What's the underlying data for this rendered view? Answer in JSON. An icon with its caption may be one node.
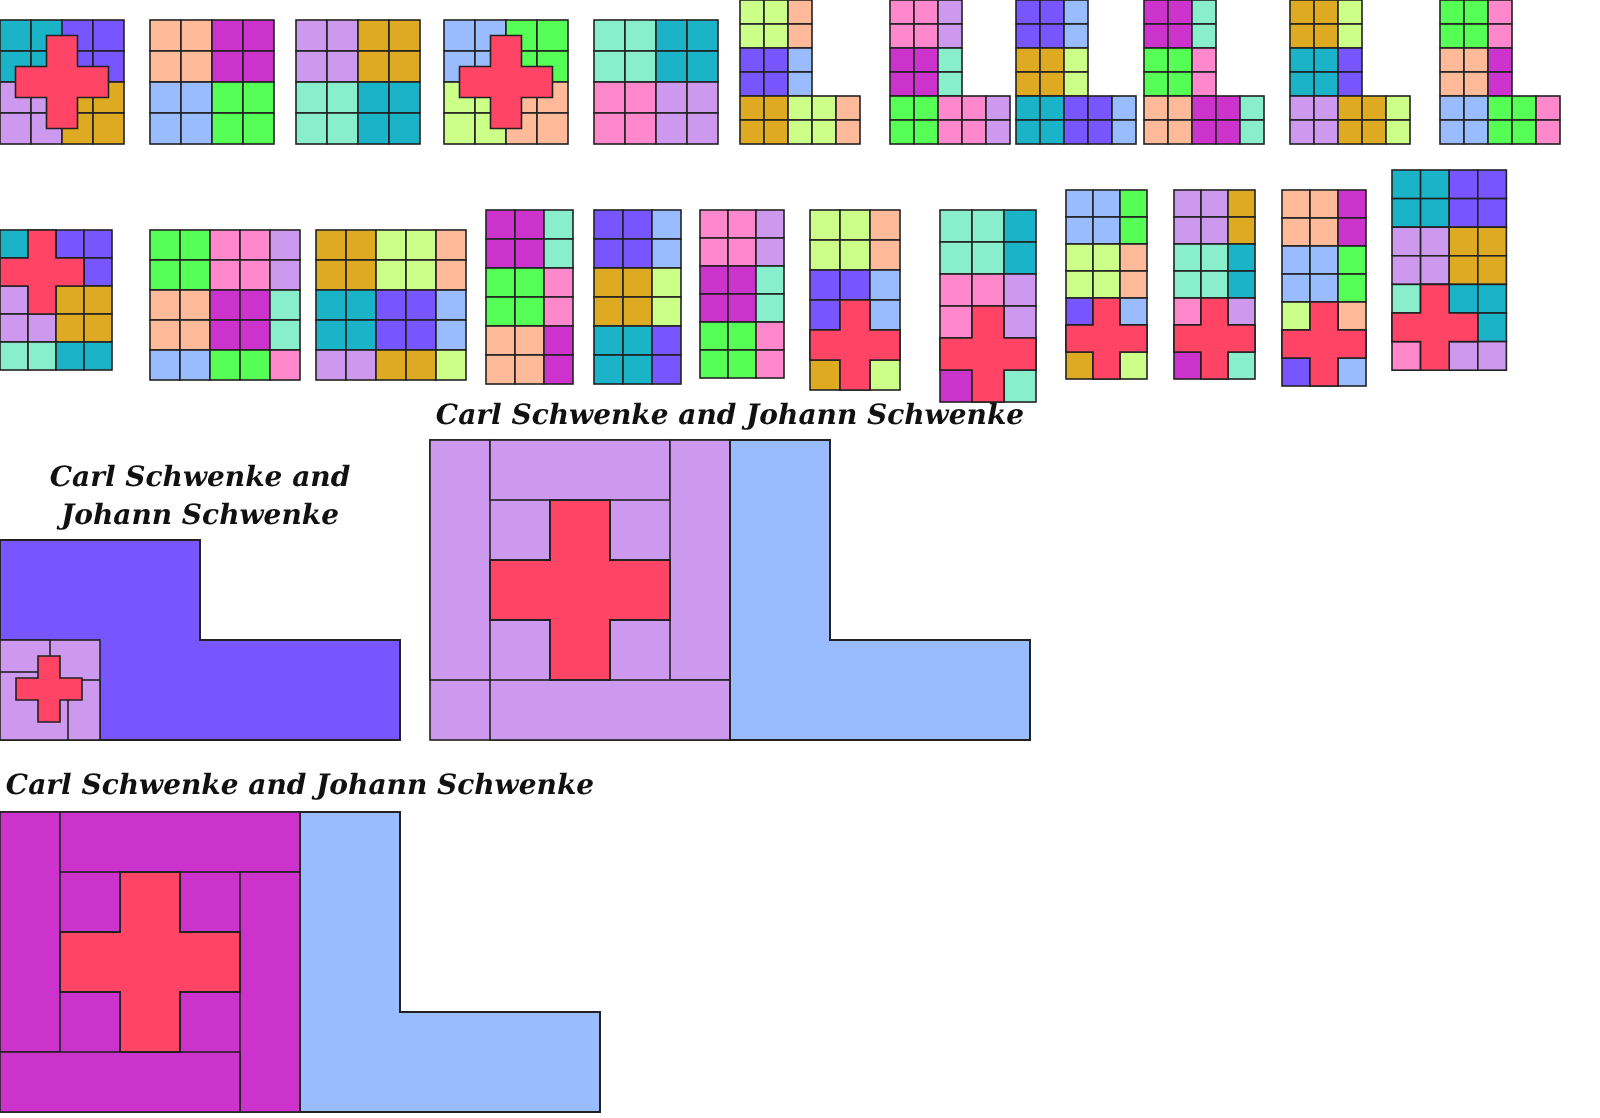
{
  "diagram": {
    "labels": [
      "Carl Schwenke and Johann Schwenke",
      "Carl Schwenke and Johann Schwenke",
      "Carl Schwenke and Johann Schwenke"
    ]
  }
}
